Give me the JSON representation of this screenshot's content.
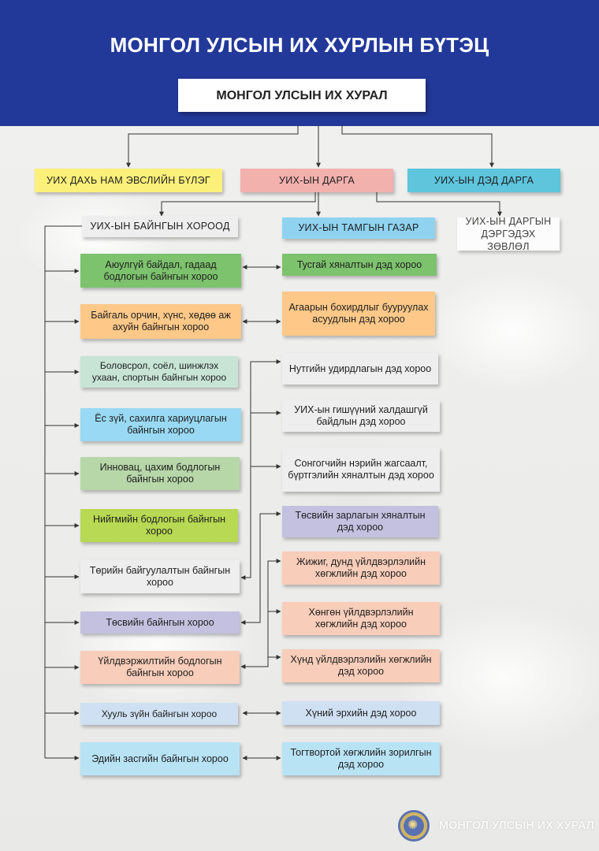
{
  "title": "МОНГОЛ УЛСЫН ИХ ХУРЛЫН БҮТЭЦ",
  "root": "МОНГОЛ УЛСЫН ИХ ХУРАЛ",
  "level2": {
    "caucus": "УИХ ДАХЬ НАМ ЭВСЛИЙН БҮЛЭГ",
    "chairman": "УИХ-ЫН ДАРГА",
    "vice_chairman": "УИХ-ЫН ДЭД ДАРГА"
  },
  "standing_header": "УИХ-ЫН БАЙНГЫН ХОРООД",
  "secretariat": "УИХ-ЫН ТАМГЫН ГАЗАР",
  "advisory": "УИХ-ЫН ДАРГЫН ДЭРГЭДЭХ ЗӨВЛӨЛ",
  "standing_committees": [
    "Аюулгүй байдал, гадаад бодлогын байнгын хороо",
    "Байгаль орчин, хүнс, хөдөө аж ахуйн байнгын хороо",
    "Боловсрол, соёл, шинжлэх ухаан, спортын байнгын хороо",
    "Ёс зүй, сахилга хариуцлагын байнгын хороо",
    "Инновац, цахим бодлогын байнгын хороо",
    "Нийгмийн бодлогын байнгын хороо",
    "Төрийн байгуулалтын байнгын хороо",
    "Төсвийн байнгын хороо",
    "Үйлдвэржилтийн бодлогын байнгын хороо",
    "Хууль зүйн байнгын хороо",
    "Эдийн засгийн байнгын хороо"
  ],
  "subcommittees": [
    "Тусгай хяналтын дэд хороо",
    "Агаарын бохирдлыг бууруулах асуудлын дэд хороо",
    "Нутгийн удирдлагын дэд хороо",
    "УИХ-ын гишүүний халдашгүй байдлын дэд хороо",
    "Сонгогчийн нэрийн жагсаалт, бүртгэлийн хяналтын дэд хороо",
    "Төсвийн зарлагын хяналтын дэд хороо",
    "Жижиг, дунд үйлдвэрлэлийн хөгжлийн дэд хороо",
    "Хөнгөн үйлдвэрлэлийн хөгжлийн дэд хороо",
    "Хүнд үйлдвэрлэлийн хөгжлийн дэд хороо",
    "Хүний эрхийн дэд хороо",
    "Тогтвортой хөгжлийн зорилгын дэд хороо"
  ],
  "footer": "МОНГОЛ УЛСЫН ИХ ХУРАЛ",
  "colors": {
    "header": "#23399a",
    "caucus": "#fbf07a",
    "chairman": "#f3b1ae",
    "vice_chairman": "#5ec5dd",
    "secretariat": "#8fd3f1",
    "green": "#7dc26d",
    "orange": "#fdc888",
    "mint": "#c7e4d4",
    "sky": "#99d9f3",
    "sage": "#b7d7a9",
    "lime": "#b7d953",
    "light_gray": "#eeeeee",
    "lavender": "#c3c1df",
    "peach": "#f8cdb9",
    "pale_blue": "#cfe0f2",
    "ice_blue": "#b8e3f5"
  }
}
